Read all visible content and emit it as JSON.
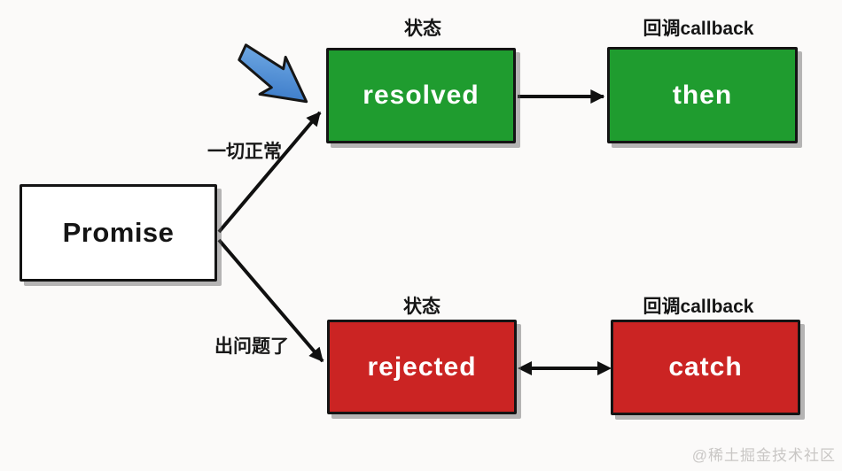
{
  "diagram": {
    "title_hint": "Promise state flow diagram",
    "source": {
      "label": "Promise"
    },
    "column_headers": {
      "state": "状态",
      "callback": "回调callback"
    },
    "success_path": {
      "edge_label": "一切正常",
      "state": "resolved",
      "callback": "then",
      "color": "#1f9c2f"
    },
    "failure_path": {
      "edge_label": "出问题了",
      "state": "rejected",
      "callback": "catch",
      "color": "#cb2423"
    },
    "pointer": {
      "color_light": "#7ab2e8",
      "color_dark": "#2d6ec2",
      "outline": "#161616"
    },
    "arrow_color": "#101010",
    "watermark": "@稀土掘金技术社区"
  }
}
